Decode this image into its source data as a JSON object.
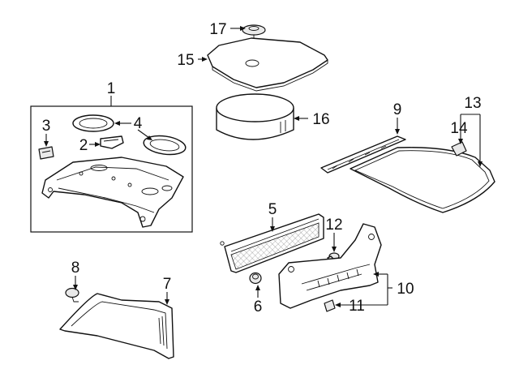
{
  "diagram": {
    "callouts": {
      "c1": "1",
      "c2": "2",
      "c3": "3",
      "c4": "4",
      "c5": "5",
      "c6": "6",
      "c7": "7",
      "c8": "8",
      "c9": "9",
      "c10": "10",
      "c11": "11",
      "c12": "12",
      "c13": "13",
      "c14": "14",
      "c15": "15",
      "c16": "16",
      "c17": "17"
    }
  }
}
